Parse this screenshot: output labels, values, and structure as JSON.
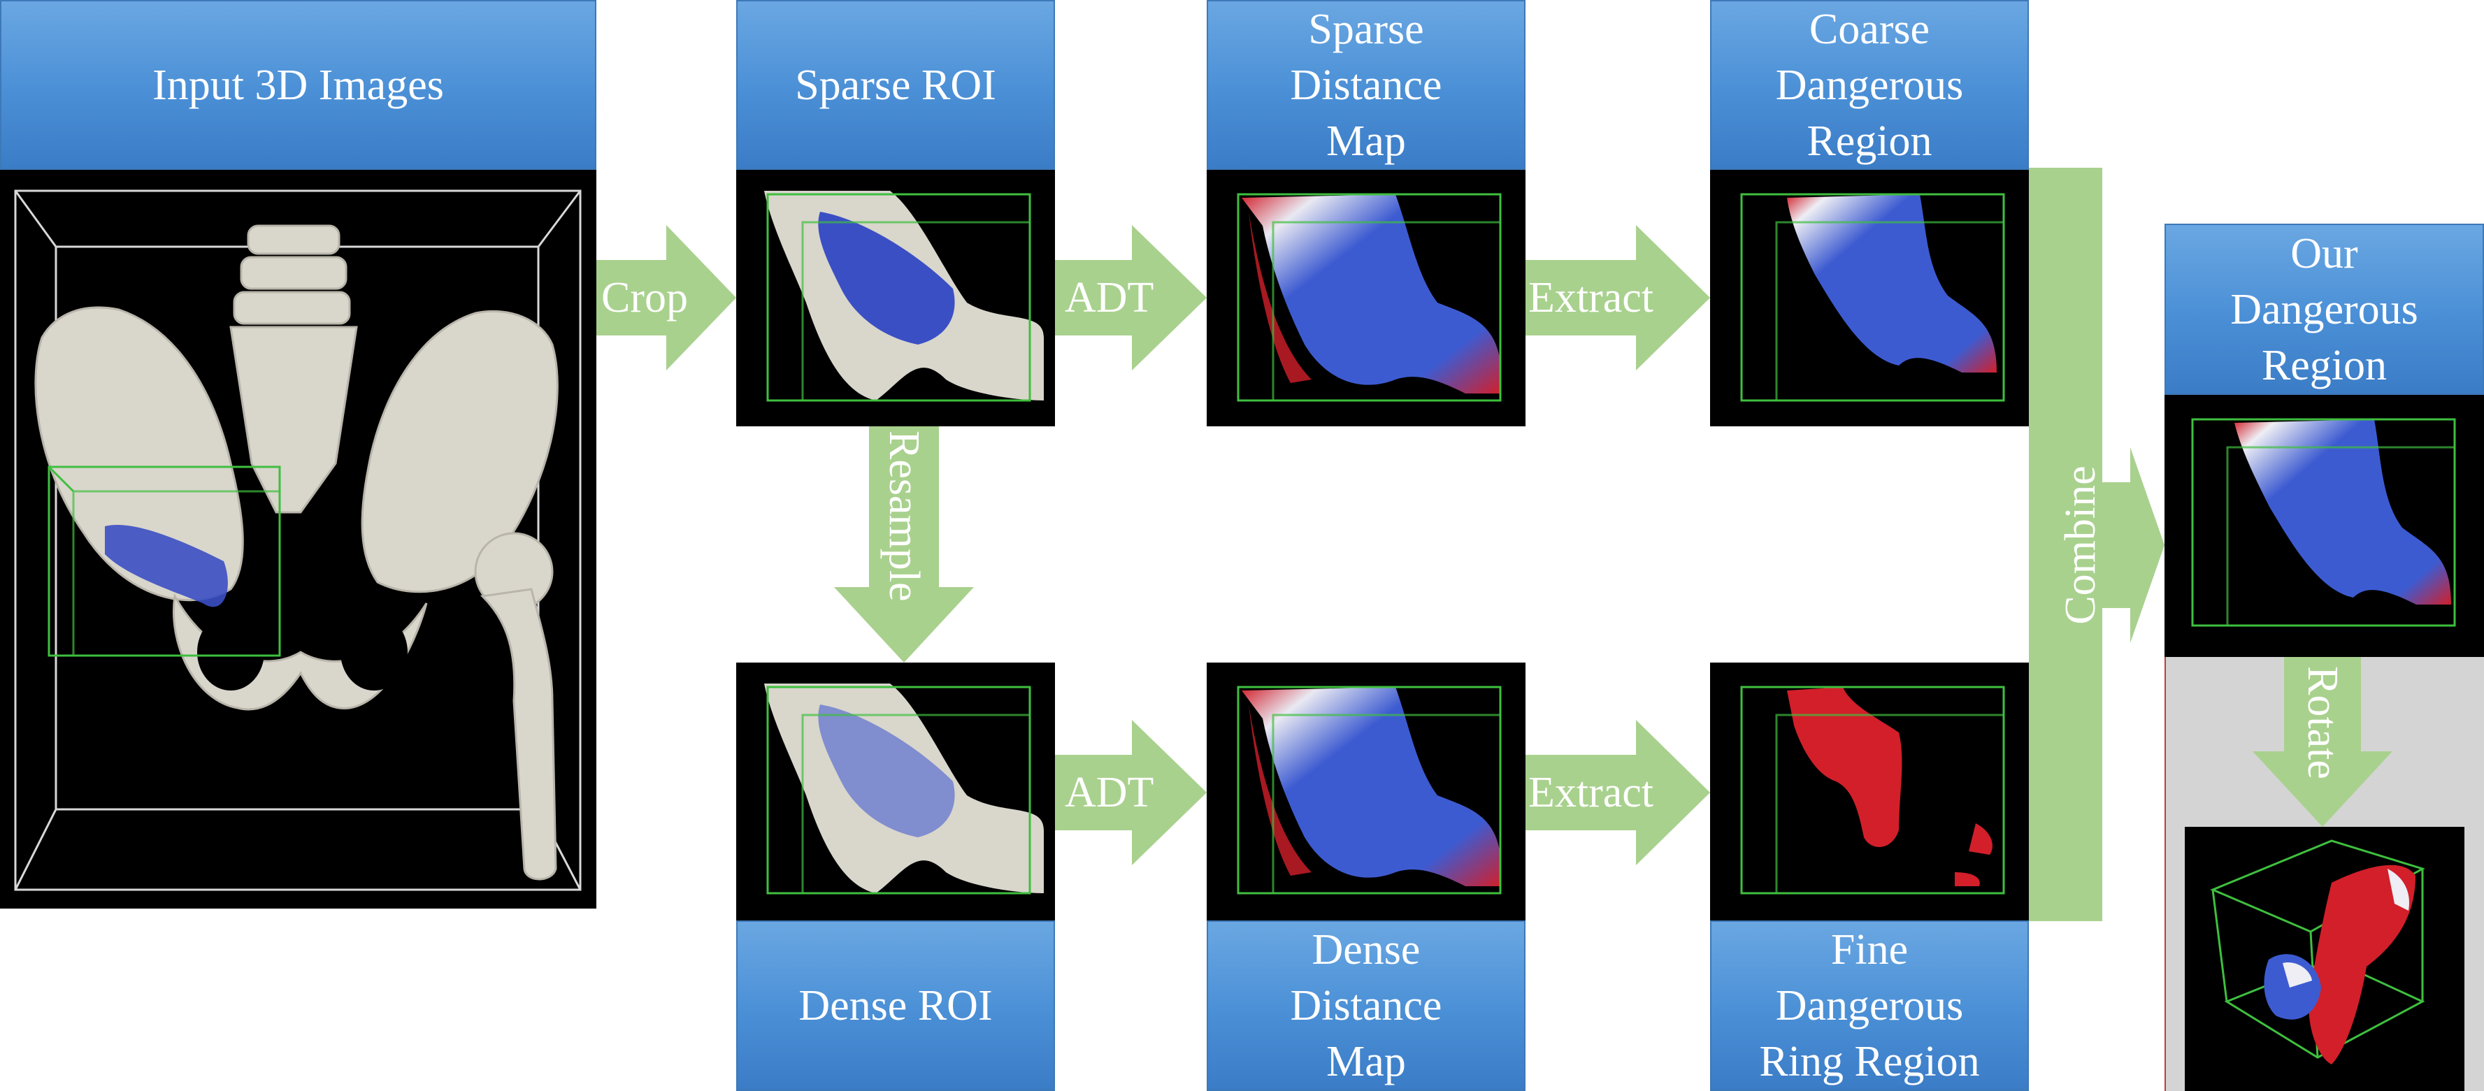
{
  "headers": {
    "input": "Input 3D Images",
    "sparse_roi": "Sparse ROI",
    "sparse_distance_map": [
      "Sparse",
      "Distance",
      "Map"
    ],
    "coarse_dangerous_region": [
      "Coarse",
      "Dangerous",
      "Region"
    ],
    "our_dangerous_region": [
      "Our",
      "Dangerous",
      "Region"
    ],
    "dense_roi": "Dense ROI",
    "dense_distance_map": [
      "Dense",
      "Distance",
      "Map"
    ],
    "fine_dangerous_ring_region": [
      "Fine",
      "Dangerous",
      "Ring Region"
    ]
  },
  "arrows": {
    "crop": "Crop",
    "adt_top": "ADT",
    "extract_top": "Extract",
    "resample": "Resample",
    "adt_bottom": "ADT",
    "extract_bottom": "Extract",
    "combine": "Combine",
    "rotate": "Rotate"
  },
  "colors": {
    "header_blue": "#4a8fd6",
    "arrow_green": "#a9d18e",
    "bone": "#d9d6cc",
    "roi_blue": "#3b4fc4",
    "heat_red": "#d21f2a",
    "box_green": "#3fbf3f",
    "rotate_bg": "#d4d4d4"
  }
}
